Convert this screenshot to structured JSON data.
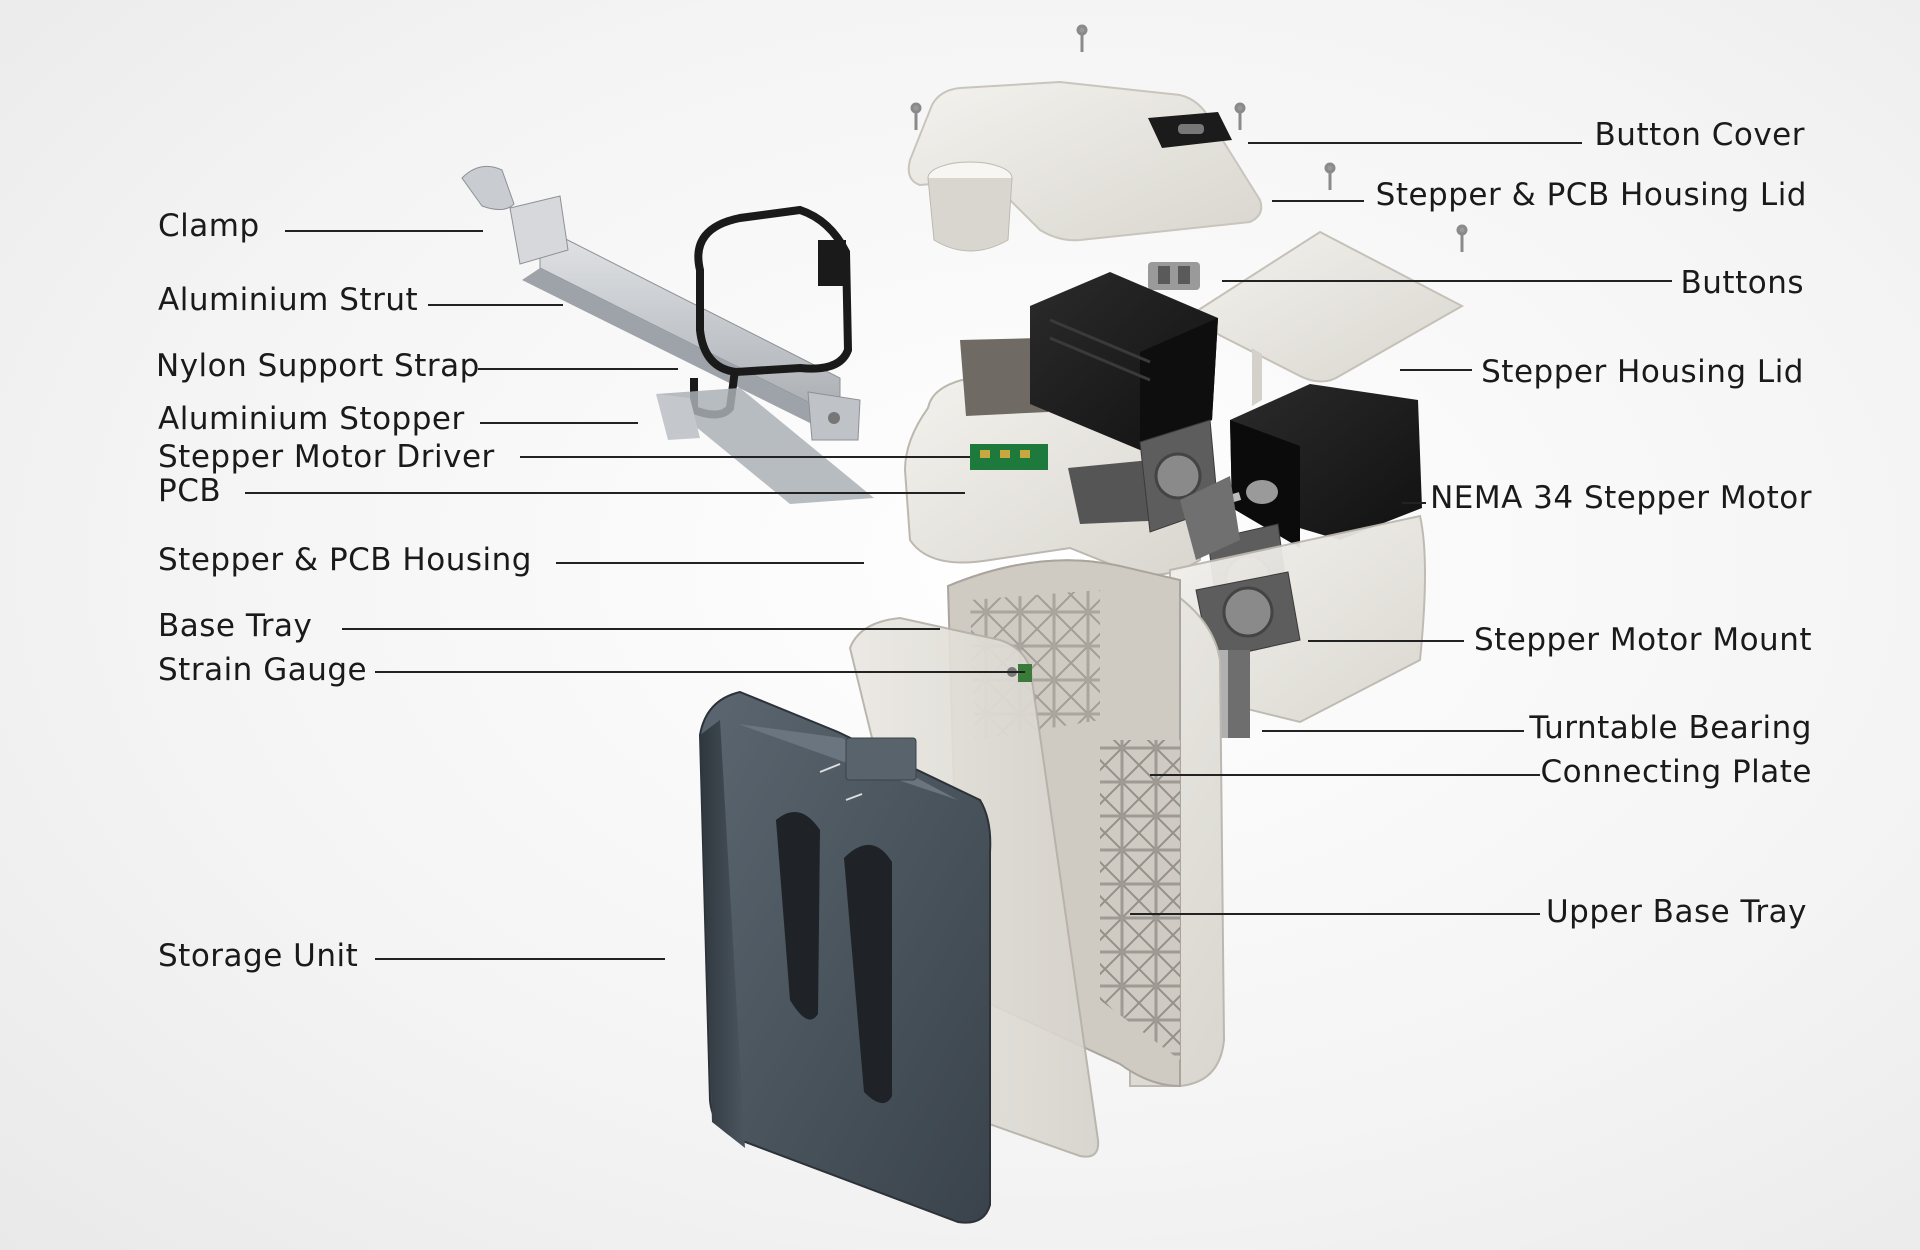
{
  "labels_left": [
    {
      "id": "clamp",
      "text": "Clamp"
    },
    {
      "id": "aluminium-strut",
      "text": "Aluminium Strut"
    },
    {
      "id": "nylon-support-strap",
      "text": "Nylon Support Strap"
    },
    {
      "id": "aluminium-stopper",
      "text": "Aluminium Stopper"
    },
    {
      "id": "stepper-motor-driver",
      "text": "Stepper Motor Driver"
    },
    {
      "id": "pcb",
      "text": "PCB"
    },
    {
      "id": "stepper-pcb-housing",
      "text": "Stepper & PCB Housing"
    },
    {
      "id": "base-tray",
      "text": "Base Tray"
    },
    {
      "id": "strain-gauge",
      "text": "Strain Gauge"
    },
    {
      "id": "storage-unit",
      "text": "Storage Unit"
    }
  ],
  "labels_right": [
    {
      "id": "button-cover",
      "text": "Button Cover"
    },
    {
      "id": "stepper-pcb-housing-lid",
      "text": "Stepper & PCB Housing Lid"
    },
    {
      "id": "buttons",
      "text": "Buttons"
    },
    {
      "id": "stepper-housing-lid",
      "text": "Stepper Housing Lid"
    },
    {
      "id": "nema-34-stepper-motor",
      "text": "NEMA 34 Stepper Motor"
    },
    {
      "id": "stepper-motor-mount",
      "text": "Stepper Motor Mount"
    },
    {
      "id": "turntable-bearing",
      "text": "Turntable Bearing"
    },
    {
      "id": "connecting-plate",
      "text": "Connecting Plate"
    },
    {
      "id": "upper-base-tray",
      "text": "Upper Base Tray"
    }
  ],
  "colors": {
    "background": "#f2f2f2",
    "label_text": "#1a1a1a",
    "housing_white": "#e8e6e1",
    "storage_gray": "#4a5560",
    "storage_dark": "#23272b",
    "motor_black": "#1d1d1d",
    "aluminium": "#c9ccd0"
  }
}
